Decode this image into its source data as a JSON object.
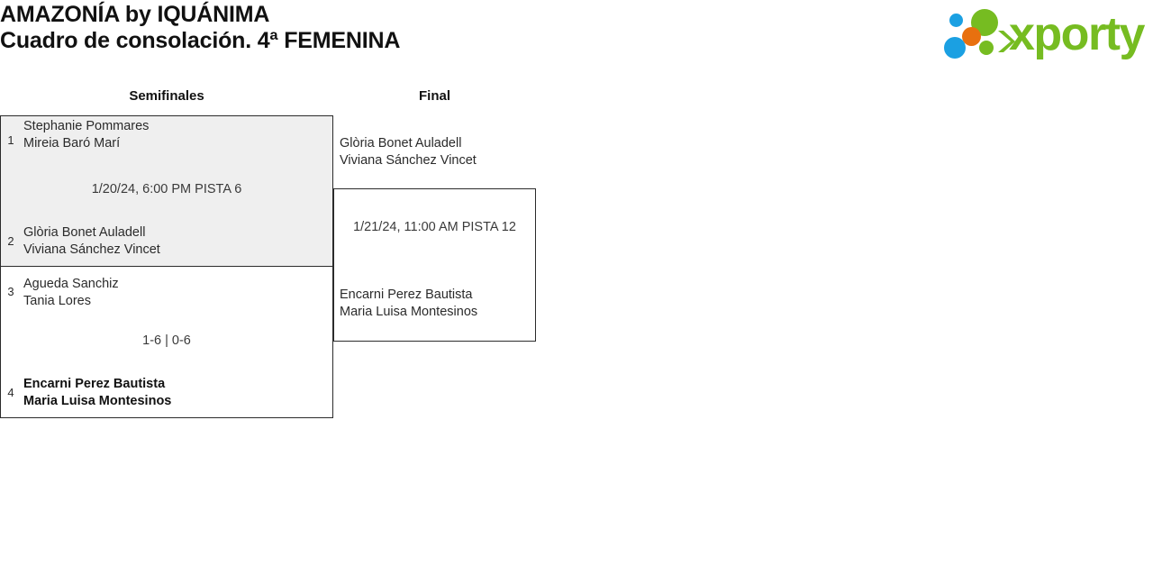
{
  "header": {
    "title_line_1": "AMAZONÍA by IQUÁNIMA",
    "title_line_2": "Cuadro de consolación. 4ª FEMENINA",
    "logo": {
      "wordmark": "xporty",
      "green": "#76bc21",
      "blue": "#1ba0e2",
      "orange": "#e8700f"
    }
  },
  "bracket": {
    "rounds": [
      {
        "label": "Semifinales"
      },
      {
        "label": "Final"
      }
    ],
    "semifinals": [
      {
        "seed_top": "1",
        "team_top_line_1": "Stephanie Pommares",
        "team_top_line_2": "Mireia Baró Marí",
        "seed_bottom": "2",
        "team_bottom_line_1": "Glòria Bonet Auladell",
        "team_bottom_line_2": "Viviana Sánchez Vincet",
        "meta": "1/20/24, 6:00 PM PISTA 6",
        "winner": ""
      },
      {
        "seed_top": "3",
        "team_top_line_1": "Agueda Sanchiz",
        "team_top_line_2": "Tania Lores",
        "seed_bottom": "4",
        "team_bottom_line_1": "Encarni Perez Bautista",
        "team_bottom_line_2": "Maria Luisa Montesinos",
        "meta": "1-6 | 0-6",
        "winner": "bottom"
      }
    ],
    "final": {
      "team_top_line_1": "Glòria Bonet Auladell",
      "team_top_line_2": "Viviana Sánchez Vincet",
      "team_bottom_line_1": "Encarni Perez Bautista",
      "team_bottom_line_2": "Maria Luisa Montesinos",
      "meta": "1/21/24, 11:00 AM PISTA 12"
    }
  }
}
